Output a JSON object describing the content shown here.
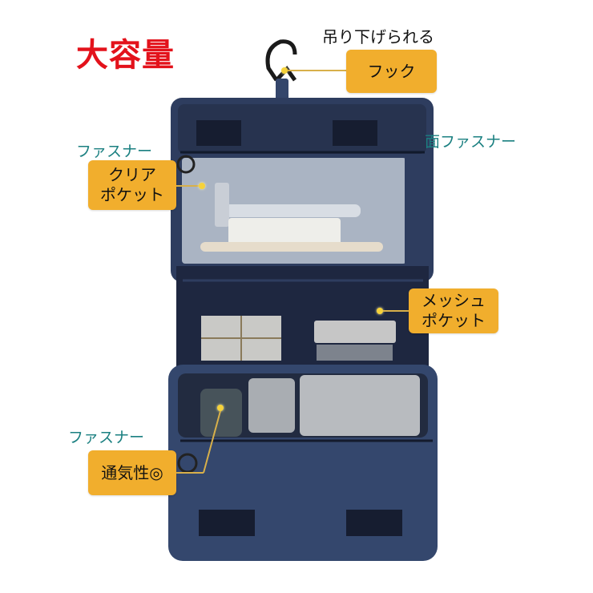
{
  "headline": "大容量",
  "hook": {
    "caption": "吊り下げられる",
    "label": "フック"
  },
  "callouts": {
    "zipper_top": "ファスナー",
    "velcro": "面ファスナー",
    "clear_pocket": [
      "クリア",
      "ポケット"
    ],
    "mesh_pocket": [
      "メッシュ",
      "ポケット"
    ],
    "zipper_bottom": "ファスナー",
    "breathable": "通気性◎"
  },
  "colors": {
    "headline": "#e3121b",
    "callout_text": "#1b8081",
    "tag_bg": "#f1ae2d",
    "bag": "#2e3d5f"
  }
}
